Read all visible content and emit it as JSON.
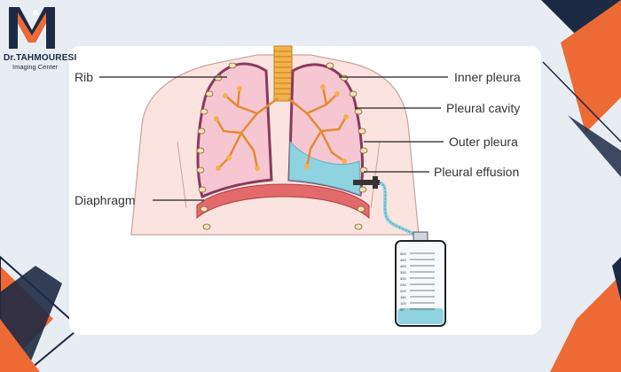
{
  "brand": {
    "monogram": "M",
    "name": "Dr.TAHMOURESI",
    "tagline": "Imaging Center"
  },
  "labels": {
    "rib": "Rib",
    "diaphragm": "Diaphragm",
    "inner_pleura": "Inner pleura",
    "pleural_cavity": "Pleural cavity",
    "outer_pleura": "Outer pleura",
    "pleural_effusion": "Pleural effusion"
  },
  "bag_scale": [
    "500",
    "450",
    "400",
    "350",
    "300",
    "250",
    "200",
    "150",
    "100",
    "50"
  ],
  "colors": {
    "accent_orange": "#ee6a35",
    "navy": "#1d2a44",
    "body_skin": "#fbe3df",
    "lung_pink": "#f6c7d3",
    "lung_outline": "#8a3a5e",
    "fluid_blue": "#8fd3e0",
    "trachea": "#f2b24b",
    "bronchi": "#e58a32"
  }
}
